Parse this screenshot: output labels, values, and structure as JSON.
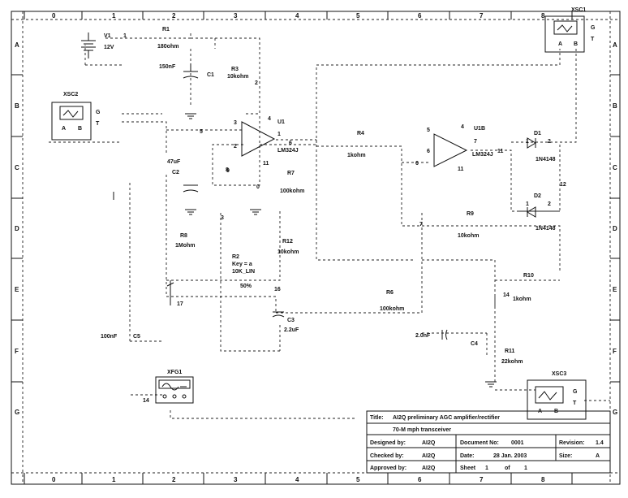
{
  "frame": {
    "col_labels": [
      "0",
      "1",
      "2",
      "3",
      "4",
      "5",
      "6",
      "7",
      "8"
    ],
    "row_labels": [
      "A",
      "B",
      "C",
      "D",
      "E",
      "F",
      "G"
    ]
  },
  "components": {
    "V1": {
      "name": "V1",
      "pin": "1",
      "value": "12V"
    },
    "R1": {
      "name": "R1",
      "value": "180ohm"
    },
    "C1": {
      "name": "C1",
      "value": "150nF"
    },
    "R3": {
      "name": "R3",
      "value": "10kohm",
      "node": "2"
    },
    "U1": {
      "name": "U1",
      "part": "LM324J",
      "pins": [
        "3",
        "4",
        "1",
        "2",
        "11"
      ]
    },
    "XSC1": {
      "name": "XSC1",
      "g": "G",
      "t": "T",
      "a": "A",
      "b": "B"
    },
    "XSC2": {
      "name": "XSC2",
      "g": "G",
      "t": "T",
      "a": "A",
      "b": "B"
    },
    "XSC3": {
      "name": "XSC3",
      "g": "G",
      "t": "T",
      "a": "A",
      "b": "B"
    },
    "R4": {
      "name": "R4",
      "value": "1kohm"
    },
    "U1B": {
      "name": "U1B",
      "part": "LM324J",
      "pins": [
        "5",
        "4",
        "7",
        "6",
        "11"
      ]
    },
    "D1": {
      "name": "D1",
      "part": "1N4148",
      "pins": [
        "1",
        "2"
      ]
    },
    "D2": {
      "name": "D2",
      "part": "1N4148",
      "pins": [
        "1",
        "2"
      ]
    },
    "C2": {
      "name": "C2",
      "value": "47uF",
      "pin": "8"
    },
    "R7": {
      "name": "R7",
      "value": "100kohm"
    },
    "R9": {
      "name": "R9",
      "value": "10kohm"
    },
    "R8": {
      "name": "R8",
      "value": "1Mohm"
    },
    "R12": {
      "name": "R12",
      "value": "10kohm"
    },
    "R2": {
      "name": "R2",
      "key": "Key = a",
      "range": "10K_LIN",
      "percent": "50%"
    },
    "R10": {
      "name": "R10",
      "value": "1kohm"
    },
    "R6": {
      "name": "R6",
      "value": "100kohm"
    },
    "C3": {
      "name": "C3",
      "value": "2.2uF"
    },
    "C4": {
      "name": "C4",
      "value": "2.0nF"
    },
    "R11": {
      "name": "R11",
      "value": "22kohm"
    },
    "C5": {
      "name": "C5",
      "value": "100nF"
    },
    "XFG1": {
      "name": "XFG1"
    }
  },
  "nodes": [
    "5",
    "6",
    "9",
    "3",
    "7",
    "12",
    "13",
    "14",
    "16",
    "17",
    "11",
    "0"
  ],
  "title_block": {
    "title_label": "Title:",
    "title": "AI2Q preliminary AGC amplifier/rectifier",
    "subtitle": "70-M mph transceiver",
    "designed_label": "Designed by:",
    "designed": "AI2Q",
    "docno_label": "Document No:",
    "docno": "0001",
    "revision_label": "Revision:",
    "revision": "1.4",
    "checked_label": "Checked by:",
    "checked": "AI2Q",
    "date_label": "Date:",
    "date": "28 Jan. 2003",
    "size_label": "Size:",
    "size": "A",
    "approved_label": "Approved by:",
    "approved": "AI2Q",
    "sheet_label": "Sheet",
    "sheet": "1",
    "of_label": "of",
    "sheets": "1"
  }
}
